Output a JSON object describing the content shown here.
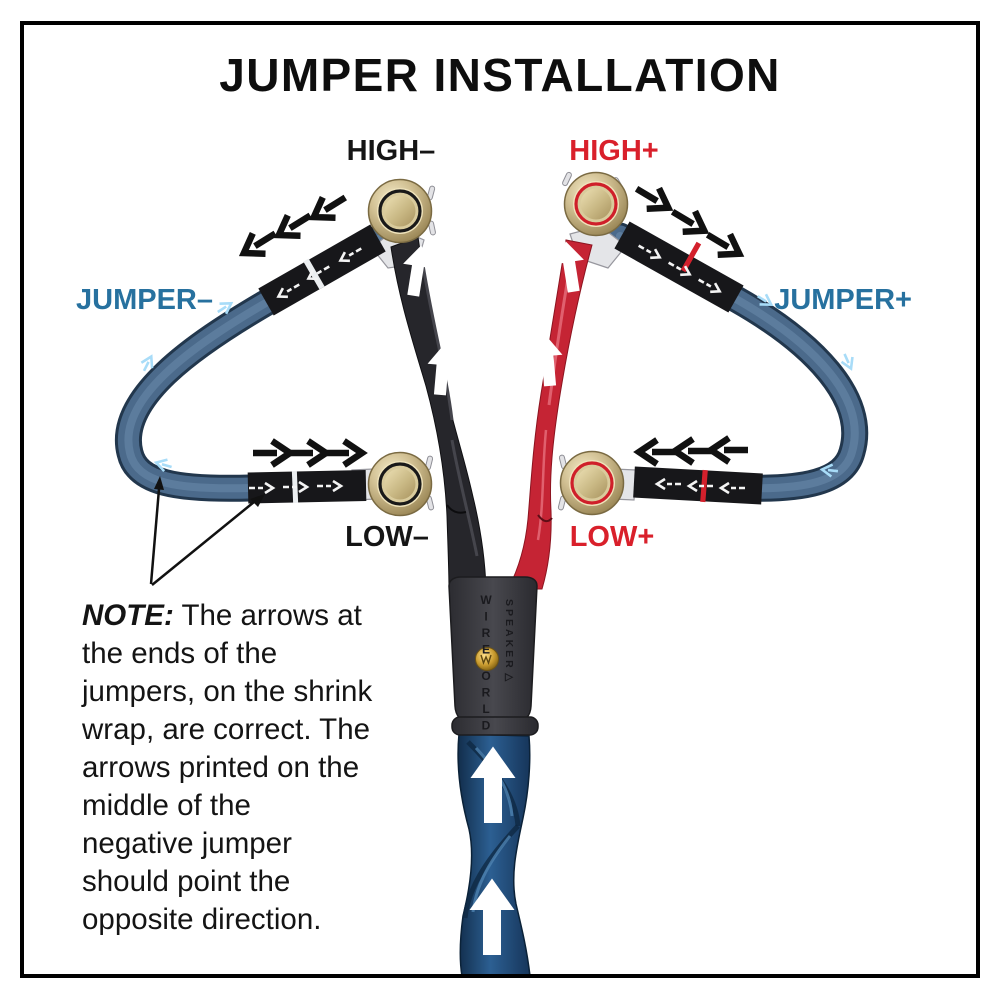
{
  "title": "JUMPER INSTALLATION",
  "labels": {
    "high_minus": "HIGH–",
    "high_plus": "HIGH+",
    "jumper_minus": "JUMPER–",
    "jumper_plus": "JUMPER+",
    "low_minus": "LOW–",
    "low_plus": "LOW+"
  },
  "note": {
    "label": "NOTE:",
    "lines": [
      "The arrows at",
      "the ends of the",
      "jumpers, on the shrink",
      "wrap, are correct. The",
      "arrows printed on the",
      "middle of the",
      "negative jumper",
      "should point the",
      "opposite direction."
    ]
  },
  "splitter": {
    "brand_top": "WIRE",
    "brand_bottom": "ORLD",
    "side_label": "SPEAKER▷"
  },
  "arrows": {
    "high_minus_shrink_wrap": "pointing away from HIGH– terminal (down-left)",
    "high_plus_shrink_wrap": "pointing away from HIGH+ terminal (down-right)",
    "low_minus_shrink_wrap": "pointing toward LOW– terminal (right)",
    "low_plus_shrink_wrap": "pointing toward LOW+ terminal (left)",
    "negative_jumper_middle": "printed wrong direction, toward HIGH–",
    "positive_jumper_middle": "correct direction, toward LOW+",
    "speaker_cables": "up",
    "main_cable": "up"
  },
  "colors": {
    "label_black": "#151515",
    "label_red": "#d9202b",
    "label_blue": "#27719f",
    "jumper_cable_blue": "#4b6a8b",
    "negative_cable_black": "#26262b",
    "positive_cable_red": "#c52434",
    "shrink_wrap_black": "#17171a",
    "polarity_band_red": "#d3202c",
    "terminal_gold": "#cdbd8d",
    "printed_arrow_blue": "#a8dcf8",
    "main_cable_blue": "#2c5f92"
  }
}
